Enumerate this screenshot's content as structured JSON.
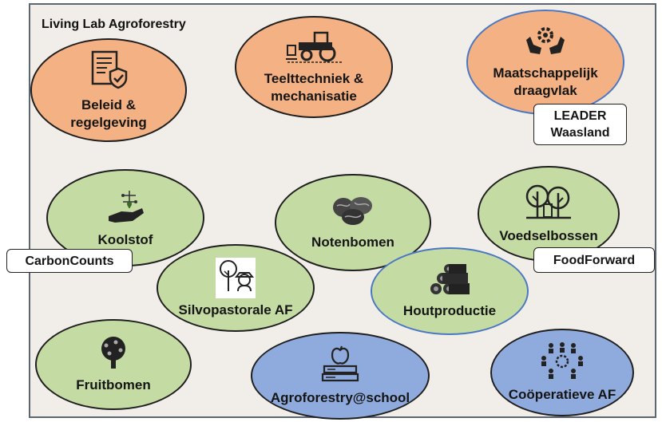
{
  "title": "Living Lab Agroforestry",
  "nodes": {
    "beleid": {
      "label": "Beleid &\nregelgeving",
      "icon": "policy-document-shield-icon",
      "color": "#f4b183"
    },
    "teelttechniek": {
      "label": "Teelttechniek &\nmechanisatie",
      "icon": "tractor-icon",
      "color": "#f4b183"
    },
    "maatschappelijk": {
      "label": "Maatschappelijk\ndraagvlak",
      "icon": "hands-gear-icon",
      "color": "#f4b183"
    },
    "koolstof": {
      "label": "Koolstof",
      "icon": "hand-plant-icon",
      "color": "#c5dba4"
    },
    "notenbomen": {
      "label": "Notenbomen",
      "icon": "nuts-icon",
      "color": "#c5dba4"
    },
    "voedselbossen": {
      "label": "Voedselbossen",
      "icon": "forest-icon",
      "color": "#c5dba4"
    },
    "silvopastorale": {
      "label": "Silvopastorale AF",
      "icon": "tree-farmer-icon",
      "color": "#c5dba4"
    },
    "houtproductie": {
      "label": "Houtproductie",
      "icon": "logs-icon",
      "color": "#c5dba4"
    },
    "fruitbomen": {
      "label": "Fruitbomen",
      "icon": "fruit-tree-icon",
      "color": "#c5dba4"
    },
    "agroforestry_school": {
      "label": "Agroforestry@school",
      "icon": "apple-books-icon",
      "color": "#8faadc"
    },
    "cooperatieve": {
      "label": "Coöperatieve AF",
      "icon": "people-network-icon",
      "color": "#8faadc"
    }
  },
  "tags": {
    "leader": "LEADER\nWaasland",
    "carboncounts": "CarbonCounts",
    "foodforward": "FoodForward"
  }
}
